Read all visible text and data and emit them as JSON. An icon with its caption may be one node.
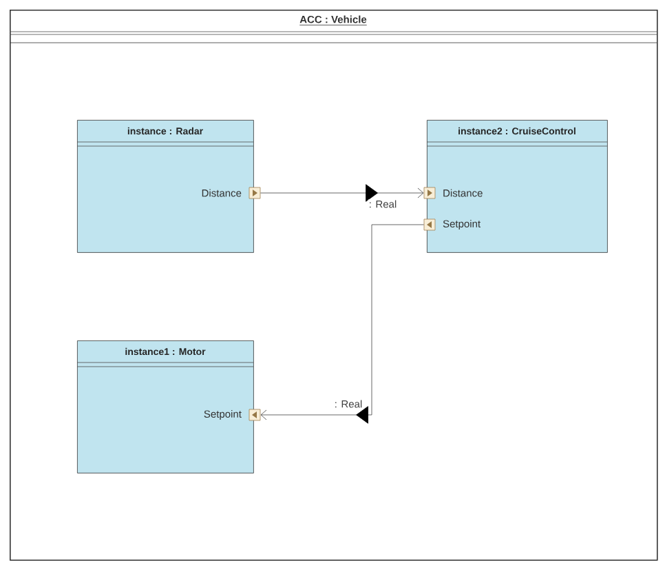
{
  "diagram": {
    "nodes": [
      {
        "text": [
          "ACC : Vehicle"
        ]
      },
      {
        "text": [
          "instance : Radar"
        ],
        "in": 0
      },
      {
        "text": [],
        "shape": "box",
        "in": 0
      },
      {
        "text": [
          "instance2 : CruiseControl"
        ],
        "in": 0
      },
      {
        "text": [],
        "shape": "box",
        "in": 0
      },
      {
        "text": [],
        "shape": "box",
        "in": 0
      },
      {
        "text": [
          "instance1 : Motor"
        ],
        "in": 0
      },
      {
        "text": [],
        "shape": "box",
        "in": 0
      }
    ],
    "edges": [
      {
        "from": 2,
        "to": 4,
        "arrow": "to",
        "label": ": Real"
      },
      {
        "from": 5,
        "to": 7,
        "arrow": "to",
        "label": ": Real"
      }
    ],
    "labels": [
      "Distance",
      "Distance",
      "Setpoint",
      "Setpoint"
    ]
  }
}
